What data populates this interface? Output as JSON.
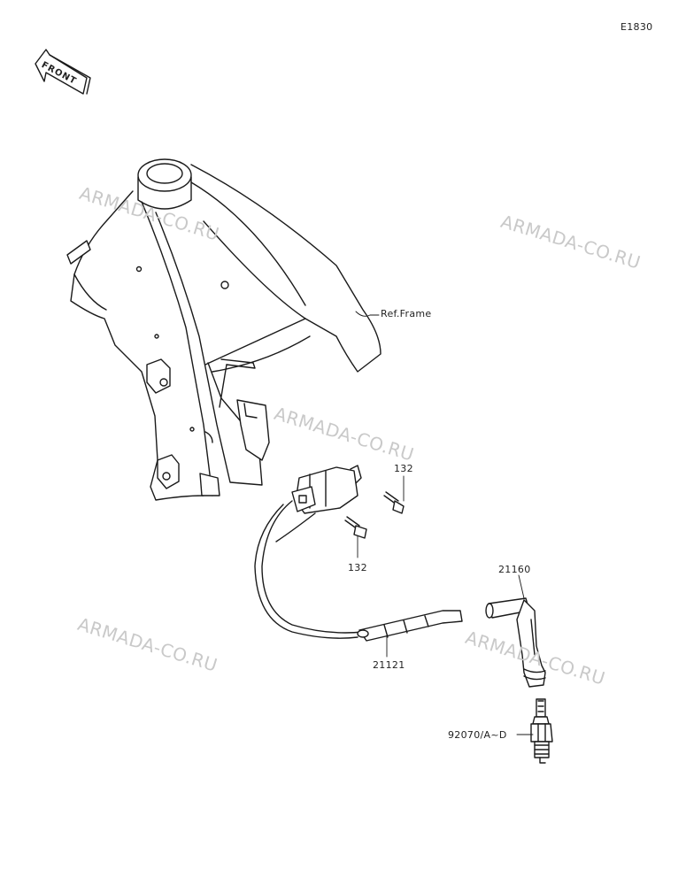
{
  "diagram_code": "E1830",
  "front_arrow_text": "FRONT",
  "labels": {
    "ref_frame": "Ref.Frame",
    "bolt_upper": "132",
    "bolt_lower": "132",
    "plug_cap": "21160",
    "ignition_coil": "21121",
    "spark_plug": "92070/A~D"
  },
  "watermark": "ARMADA-CO.RU"
}
